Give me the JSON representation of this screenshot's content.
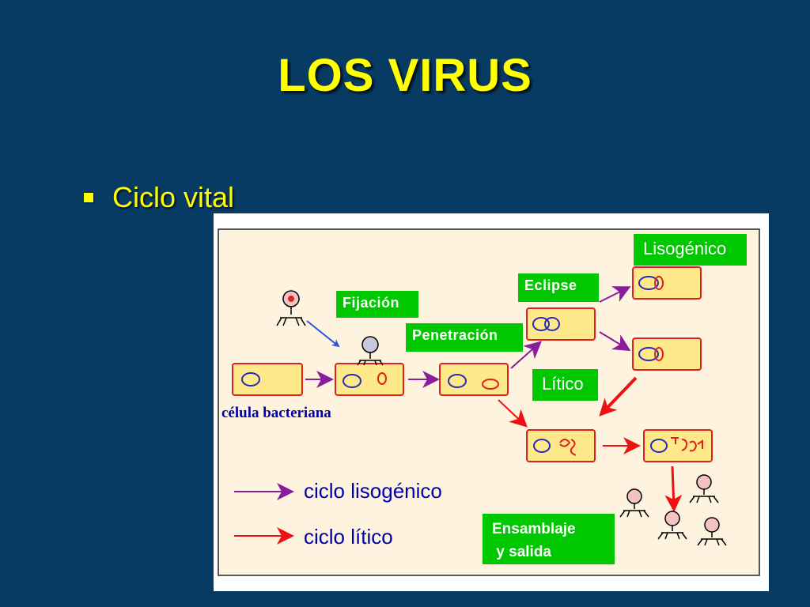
{
  "slide": {
    "title": "LOS VIRUS",
    "bullet": "Ciclo vital"
  },
  "diagram": {
    "labels": {
      "fijacion": "Fijación",
      "penetracion": "Penetración",
      "eclipse": "Eclipse",
      "lisogenico": "Lisogénico",
      "litico": "Lítico",
      "ensamblaje_line1": "Ensamblaje",
      "ensamblaje_line2": " y salida",
      "celula": "célula bacteriana"
    },
    "legend": {
      "lisogenic": "ciclo lisogénico",
      "litic": "ciclo lítico"
    },
    "colors": {
      "background": "#083b64",
      "title": "#ffff00",
      "panel": "#fdf3df",
      "cell_fill": "#fde98a",
      "cell_stroke": "#e02020",
      "label_green": "#00c800",
      "lisogenic_arrow": "#8a1d9c",
      "litic_arrow": "#ee1111",
      "entry_arrow": "#2a54e0",
      "text_blue": "#0000aa"
    }
  }
}
